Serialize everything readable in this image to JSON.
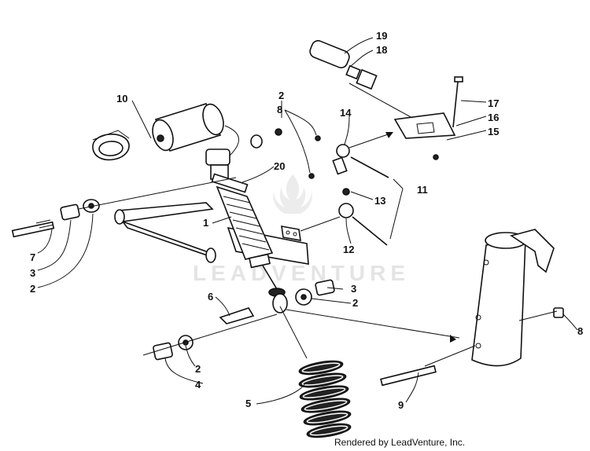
{
  "watermark": "LEADVENTURE",
  "credit": "Rendered by LeadVenture, Inc.",
  "callouts": [
    "1",
    "2",
    "2",
    "2",
    "2",
    "3",
    "3",
    "4",
    "5",
    "6",
    "7",
    "8",
    "8",
    "9",
    "10",
    "11",
    "12",
    "13",
    "14",
    "15",
    "16",
    "17",
    "18",
    "19",
    "20"
  ]
}
